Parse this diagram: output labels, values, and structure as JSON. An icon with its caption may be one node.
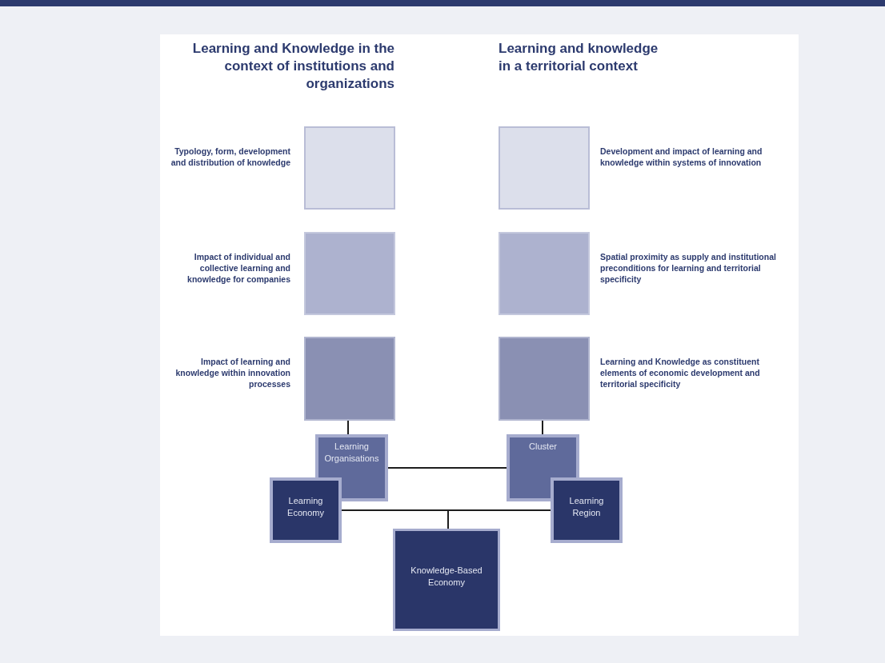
{
  "diagram": {
    "nodes": [
      {
        "text": [],
        "shape": "box",
        "beside": [
          "Typology, form, development and distribution of knowledge"
        ]
      },
      {
        "text": [],
        "shape": "box",
        "beside": [
          "Development and impact of learning and knowledge within systems of innovation"
        ]
      },
      {
        "text": [],
        "shape": "box",
        "beside": [
          "Impact of individual and collective learning and knowledge for companies"
        ]
      },
      {
        "text": [],
        "shape": "box",
        "beside": [
          "Spatial proximity as supply and institutional preconditions for learning and territorial specificity"
        ]
      },
      {
        "text": [],
        "shape": "box",
        "beside": [
          "Impact of learning and knowledge within innovation processes"
        ]
      },
      {
        "text": [],
        "shape": "box",
        "beside": [
          "Learning and Knowledge as constituent elements of economic development and territorial specificity"
        ]
      },
      {
        "text": [
          "Learning Organisations"
        ]
      },
      {
        "text": [
          "Cluster"
        ]
      },
      {
        "text": [
          "Learning Economy"
        ]
      },
      {
        "text": [
          "Learning Region"
        ]
      },
      {
        "text": [
          "Knowledge-Based Economy"
        ]
      }
    ],
    "edges": [
      {
        "from": 4,
        "to": 6,
        "arrow": "none"
      },
      {
        "from": 5,
        "to": 7,
        "arrow": "none"
      },
      {
        "from": 6,
        "to": 7,
        "arrow": "none"
      },
      {
        "from": 8,
        "to": 10,
        "arrow": "none"
      },
      {
        "from": 9,
        "to": 10,
        "arrow": "none"
      }
    ],
    "labels": [
      "Learning and Knowledge in the context of institutions and organizations",
      "Learning and knowledge in a territorial context"
    ]
  }
}
